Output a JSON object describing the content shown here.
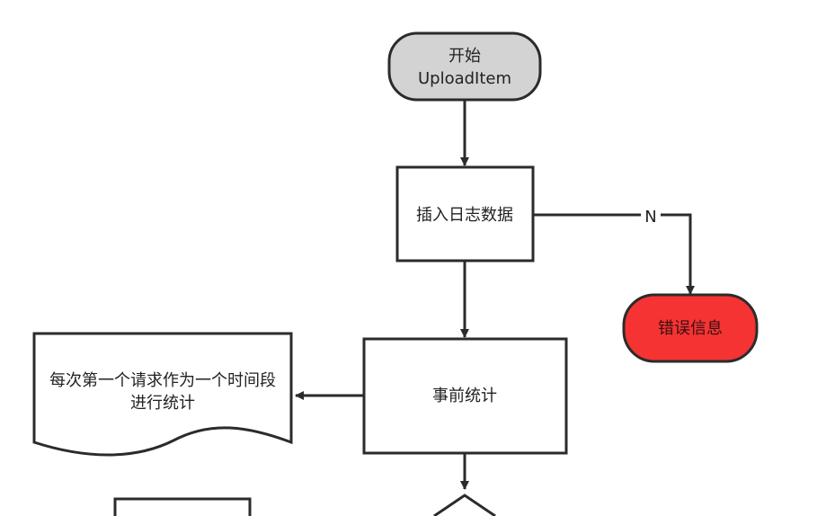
{
  "diagram": {
    "nodes": {
      "start": {
        "line1": "开始",
        "line2": "UploadItem",
        "shape": "terminator",
        "fill": "#d3d3d3"
      },
      "insert_log": {
        "label": "插入日志数据",
        "shape": "process",
        "fill": "#ffffff"
      },
      "error_info": {
        "label": "错误信息",
        "shape": "terminator",
        "fill": "#f53333"
      },
      "pre_stats": {
        "label": "事前统计",
        "shape": "process",
        "fill": "#ffffff"
      },
      "note": {
        "line1": "每次第一个请求作为一个时间段",
        "line2": "进行统计",
        "shape": "document",
        "fill": "#ffffff"
      }
    },
    "edges": {
      "insert_to_error_label": "N"
    },
    "colors": {
      "stroke": "#2b2b2b",
      "start_fill": "#d3d3d3",
      "error_fill": "#f53333"
    }
  }
}
